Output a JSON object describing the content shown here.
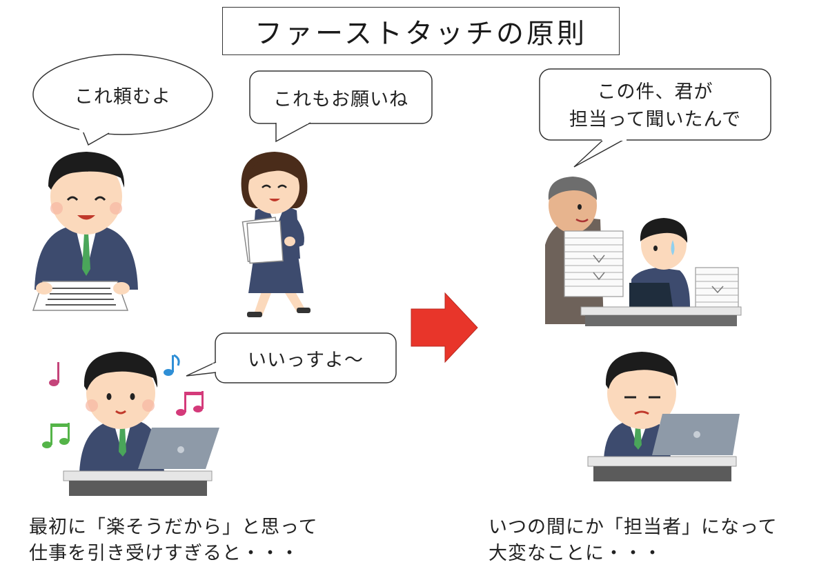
{
  "title": "ファーストタッチの原則",
  "bubbles": {
    "boss_request": "これ頼むよ",
    "colleague_request": "これもお願いね",
    "reply": "いいっすよ～",
    "manager_line1": "この件、君が",
    "manager_line2": "担当って聞いたんで"
  },
  "captions": {
    "left_line1": "最初に「楽そうだから」と思って",
    "left_line2": "仕事を引き受けすぎると・・・",
    "right_line1": "いつの間にか「担当者」になって",
    "right_line2": "大変なことに・・・"
  },
  "colors": {
    "arrow": "#e8352a",
    "suit": "#3d4b6e",
    "tie_green": "#4aa65a",
    "skin": "#fbd9bc",
    "hair": "#1c1c1c",
    "laptop": "#8e9aa8",
    "note_pink": "#d43a7a",
    "note_blue": "#2f8fd6",
    "note_green": "#54b448",
    "note_magenta": "#c4447a"
  },
  "icons": [
    "music-note-icon",
    "laptop-icon",
    "document-stack-icon",
    "arrow-right-icon",
    "sweat-drop-icon"
  ]
}
